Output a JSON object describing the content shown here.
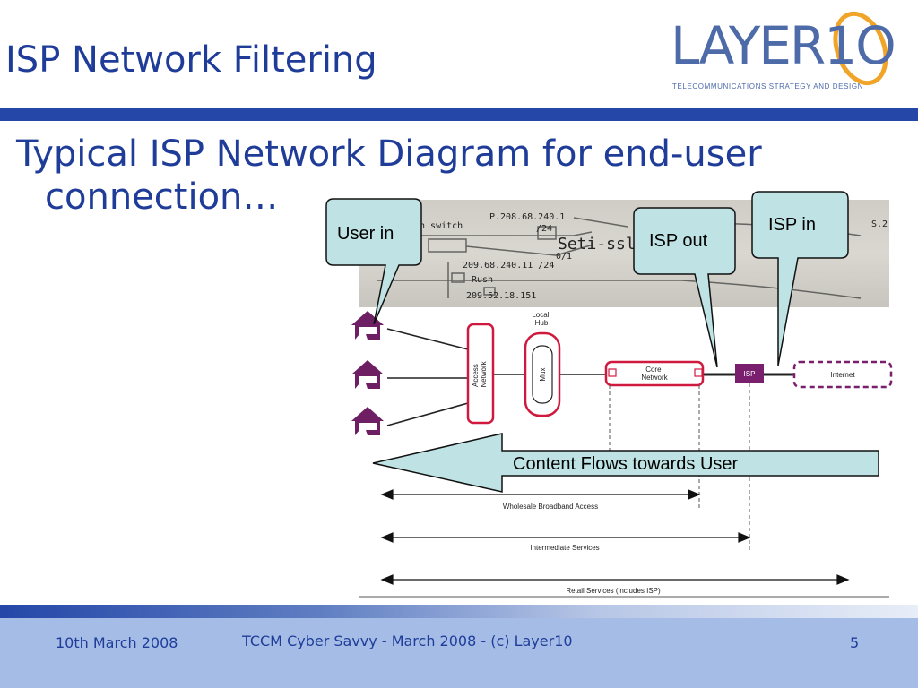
{
  "slide": {
    "title": "ISP Network Filtering",
    "subtitle_line1": "Typical ISP Network Diagram for end-user",
    "subtitle_line2": "connection…",
    "logo_text": "LAYER1O",
    "logo_tagline": "TELECOMMUNICATIONS STRATEGY AND DESIGN"
  },
  "photo": {
    "labels": [
      "on switch",
      "P.208.68.240.1",
      "/24",
      "Seti-ssl-",
      "209.68.240.11 /24",
      "0/1",
      "Rush",
      "209.52.18.151",
      "S.2"
    ]
  },
  "callouts": {
    "user_in": "User in",
    "isp_out": "ISP out",
    "isp_in": "ISP in",
    "content_flow": "Content Flows towards User",
    "fill_color": "#bfe3e4"
  },
  "diagram": {
    "local_hub": "Local\nHub",
    "access_network": "Access\nNetwork",
    "mux": "Mux",
    "core_network": "Core\nNetwork",
    "isp": "ISP",
    "internet": "Internet",
    "ranges": {
      "wholesale": "Wholesale Broadband Access",
      "intermediate": "Intermediate Services",
      "retail": "Retail Services (includes ISP)"
    },
    "colors": {
      "access_red": "#d0193f",
      "isp_purple": "#7a1e6e",
      "house_purple": "#6e1f63"
    }
  },
  "footer": {
    "date": "10th March 2008",
    "event": "TCCM Cyber Savvy - March 2008 -  (c) Layer10",
    "page": "5",
    "color": "#a5bde6"
  }
}
